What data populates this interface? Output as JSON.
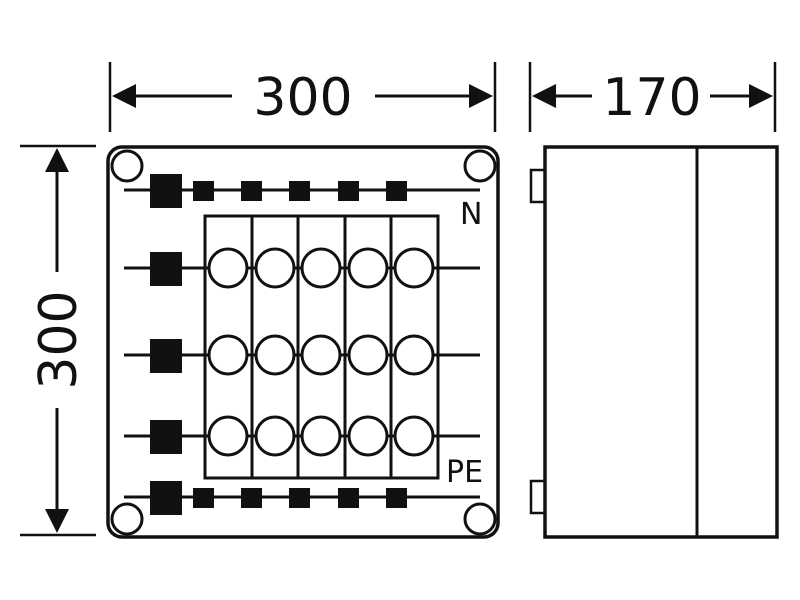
{
  "dimensions": {
    "front_width": "300",
    "side_depth": "170",
    "front_height": "300"
  },
  "labels": {
    "neutral": "N",
    "protective_earth": "PE"
  },
  "front_view": {
    "terminal_rows": 5,
    "fuse_rows": 3,
    "fuse_columns": 5,
    "small_terminals_per_busbar": 5
  },
  "colors": {
    "line": "#111111",
    "background": "#ffffff"
  }
}
